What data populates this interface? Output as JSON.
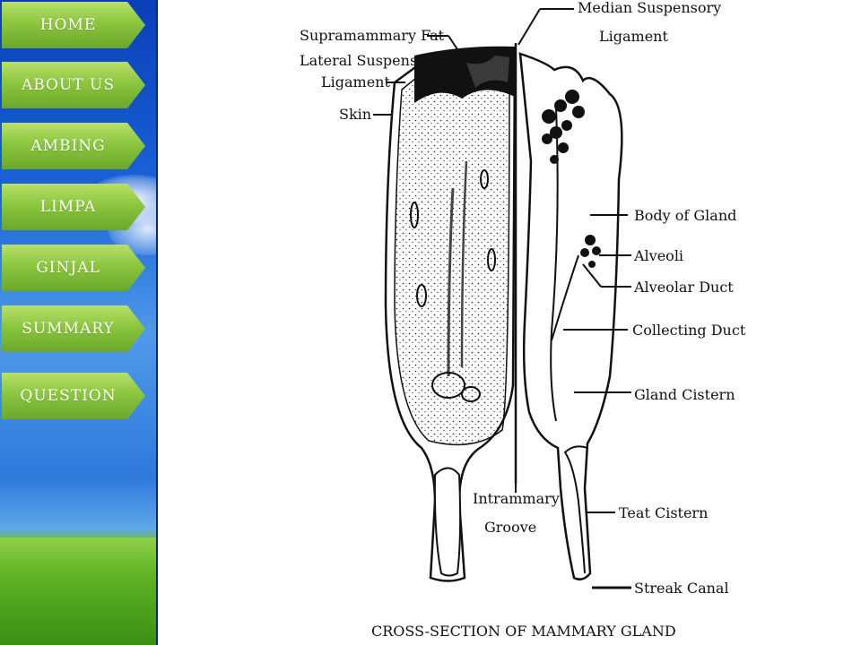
{
  "nav": {
    "items": [
      {
        "label": "HOME"
      },
      {
        "label": "ABOUT US"
      },
      {
        "label": "AMBING"
      },
      {
        "label": "LIMPA"
      },
      {
        "label": "GINJAL"
      },
      {
        "label": "SUMMARY"
      },
      {
        "label": "QUESTION"
      }
    ],
    "button_color": "#8cc63f"
  },
  "diagram": {
    "title": "CROSS-SECTION OF MAMMARY GLAND",
    "labels": {
      "supramammary_fat": "Supramammary Fat",
      "lateral_suspensory_1": "Lateral Suspensory",
      "lateral_suspensory_2": "Ligament",
      "skin": "Skin",
      "median_suspensory_1": "Median Suspensory",
      "median_suspensory_2": "Ligament",
      "body_of_gland": "Body of Gland",
      "alveoli": "Alveoli",
      "alveolar_duct": "Alveolar Duct",
      "collecting_duct": "Collecting Duct",
      "gland_cistern": "Gland Cistern",
      "intrammary_groove_1": "Intrammary",
      "intrammary_groove_2": "Groove",
      "teat_cistern": "Teat Cistern",
      "streak_canal": "Streak Canal"
    }
  }
}
